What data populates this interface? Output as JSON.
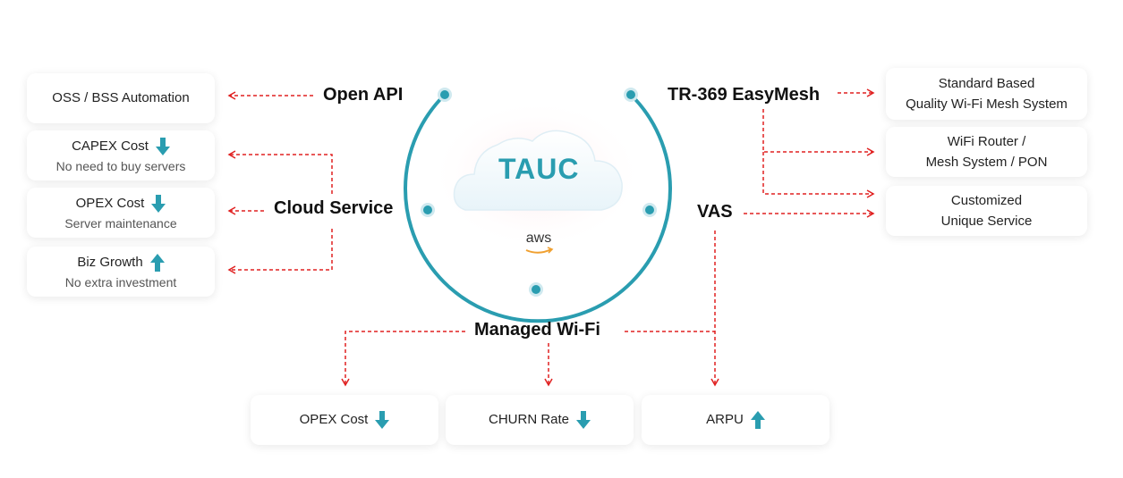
{
  "center": {
    "title": "TAUC",
    "provider": "aws"
  },
  "hubs": {
    "open_api": "Open API",
    "cloud_service": "Cloud Service",
    "tr369": "TR-369 EasyMesh",
    "vas": "VAS",
    "managed_wifi": "Managed Wi-Fi"
  },
  "left_boxes": [
    {
      "main": "OSS / BSS Automation",
      "sub": "",
      "trend": ""
    },
    {
      "main": "CAPEX Cost",
      "sub": "No need to buy servers",
      "trend": "down"
    },
    {
      "main": "OPEX Cost",
      "sub": "Server maintenance",
      "trend": "down"
    },
    {
      "main": "Biz Growth",
      "sub": "No extra investment",
      "trend": "up"
    }
  ],
  "right_boxes": [
    {
      "line1": "Standard Based",
      "line2": "Quality Wi-Fi Mesh System"
    },
    {
      "line1": "WiFi Router /",
      "line2": "Mesh System / PON"
    },
    {
      "line1": "Customized",
      "line2": "Unique Service"
    }
  ],
  "bottom_boxes": [
    {
      "main": "OPEX Cost",
      "trend": "down"
    },
    {
      "main": "CHURN Rate",
      "trend": "down"
    },
    {
      "main": "ARPU",
      "trend": "up"
    }
  ],
  "colors": {
    "accent": "#2a9db0",
    "connector": "#e02020",
    "trend_arrow": "#2a9db0"
  }
}
